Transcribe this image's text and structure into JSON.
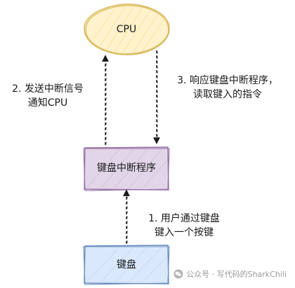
{
  "nodes": {
    "cpu": {
      "label": "CPU",
      "fill": "#fff2cc",
      "stroke": "#d6b656"
    },
    "isr": {
      "label": "键盘中断程序",
      "fill": "#e1d5e7",
      "stroke": "#9673a6"
    },
    "keyboard": {
      "label": "键盘",
      "fill": "#dae8fc",
      "stroke": "#6c8ebf"
    }
  },
  "edges": {
    "step1": {
      "line1": "1. 用户通过键盘",
      "line2": "键入一个按键"
    },
    "step2": {
      "line1": "2. 发送中断信号",
      "line2": "通知CPU"
    },
    "step3": {
      "line1": "3. 响应键盘中断程序，",
      "line2": "读取键入的指令"
    }
  },
  "watermark": {
    "text": "公众号 · 写代码的SharkChili",
    "icon": "wechat-icon"
  }
}
